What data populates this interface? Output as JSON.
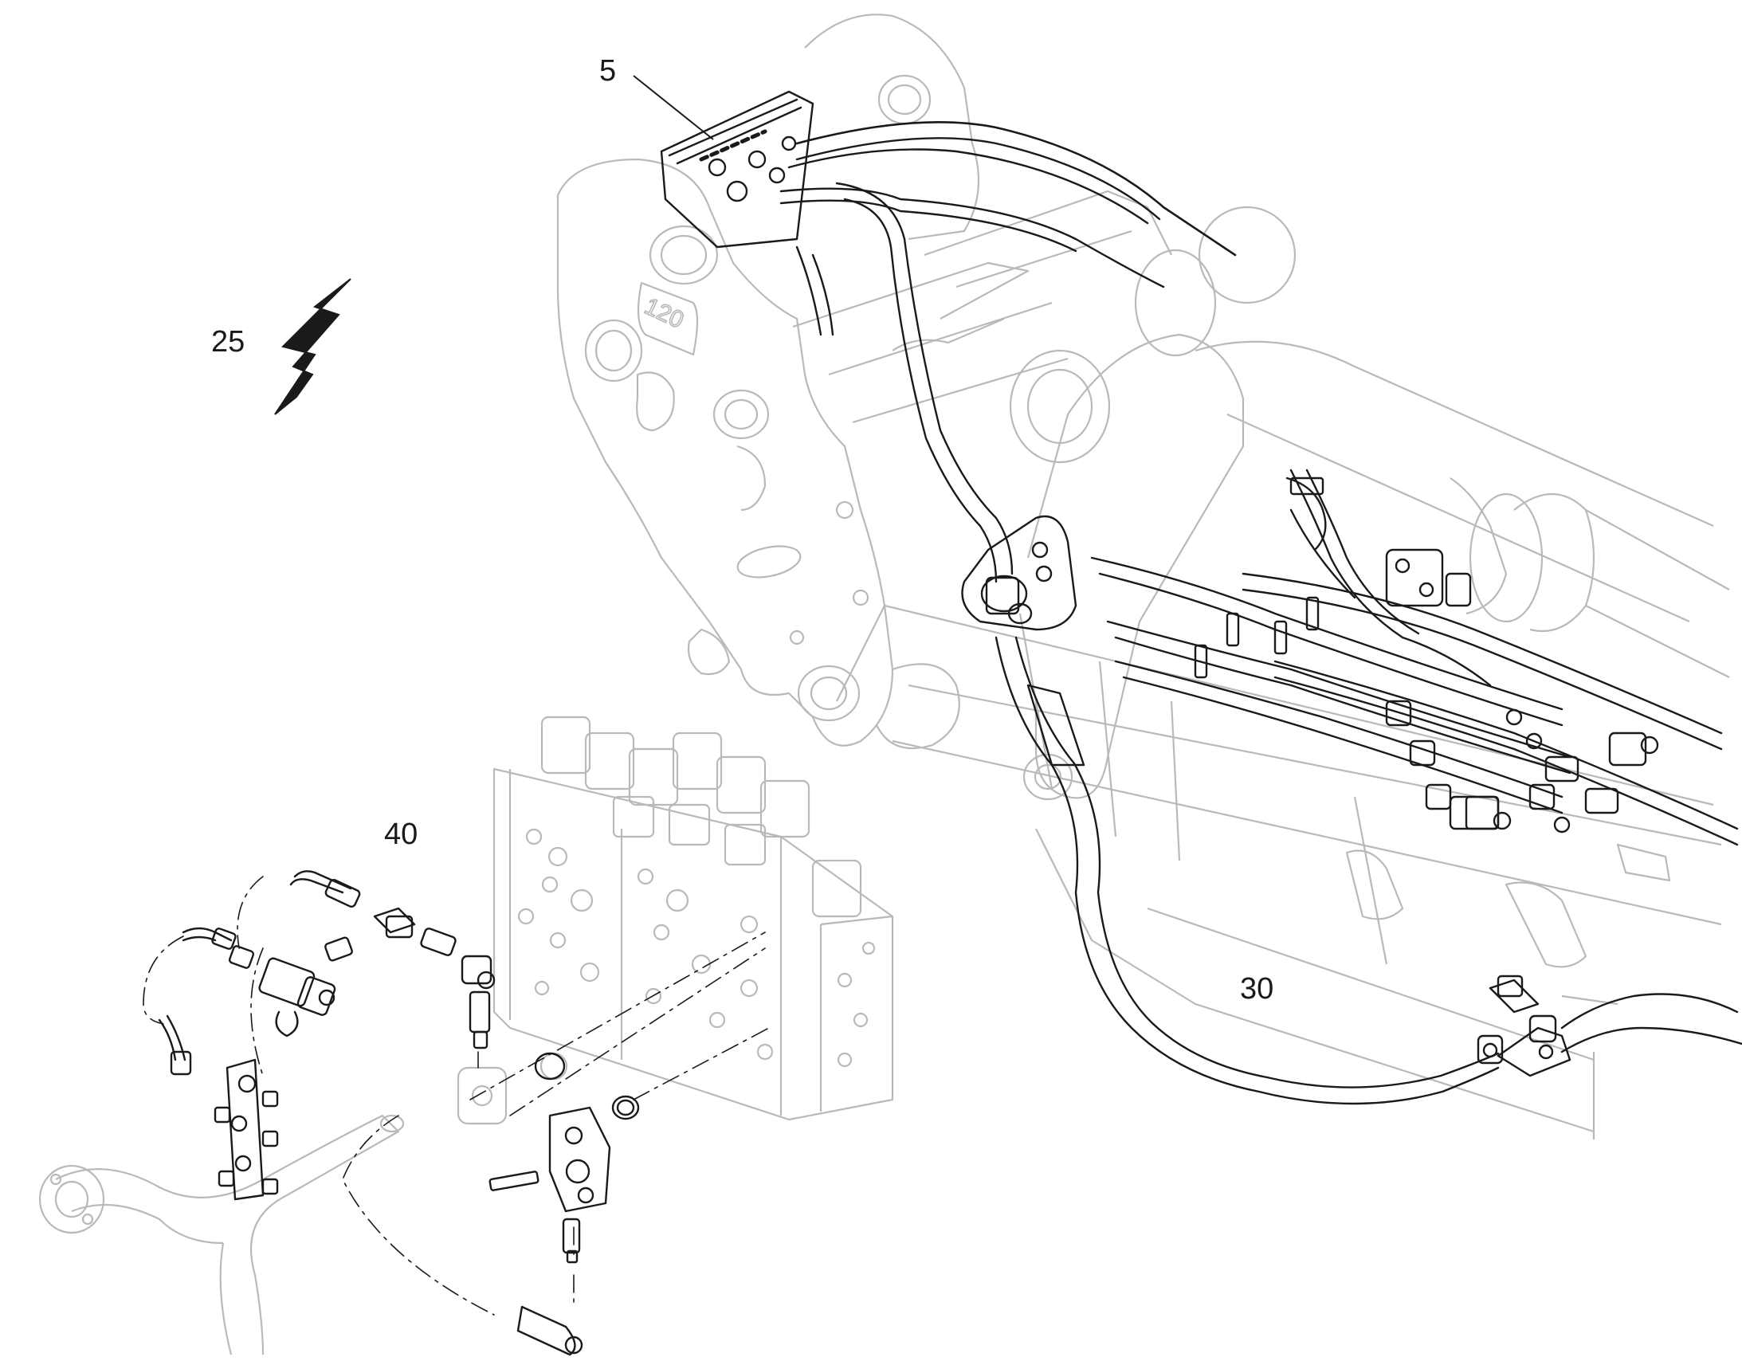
{
  "diagram": {
    "callouts": [
      {
        "id": "callout-5",
        "label": "5"
      },
      {
        "id": "callout-25",
        "label": "25"
      },
      {
        "id": "callout-40",
        "label": "40"
      },
      {
        "id": "callout-30",
        "label": "30"
      }
    ],
    "boom_plate_marking": "120",
    "colors": {
      "primary_line": "#1a1a1a",
      "ghost_line": "#b9b9b9",
      "background": "#ffffff"
    },
    "icons": [
      "electrical-bolt-icon"
    ]
  }
}
